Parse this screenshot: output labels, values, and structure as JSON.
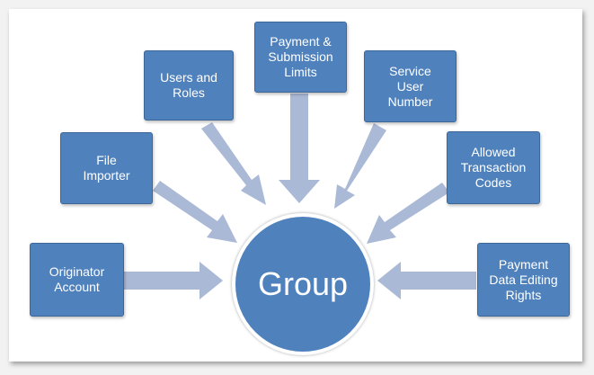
{
  "diagram": {
    "center_label": "Group",
    "nodes": [
      {
        "id": "originator-account",
        "label": "Originator\nAccount"
      },
      {
        "id": "file-importer",
        "label": "File\nImporter"
      },
      {
        "id": "users-and-roles",
        "label": "Users and\nRoles"
      },
      {
        "id": "payment-submission-limits",
        "label": "Payment &\nSubmission\nLimits"
      },
      {
        "id": "service-user-number",
        "label": "Service\nUser\nNumber"
      },
      {
        "id": "allowed-transaction-codes",
        "label": "Allowed\nTransaction\nCodes"
      },
      {
        "id": "payment-data-editing-rights",
        "label": "Payment\nData Editing\nRights"
      }
    ],
    "colors": {
      "node_fill": "#4f81bd",
      "arrow_fill": "#aab9d6",
      "text": "#ffffff"
    }
  }
}
